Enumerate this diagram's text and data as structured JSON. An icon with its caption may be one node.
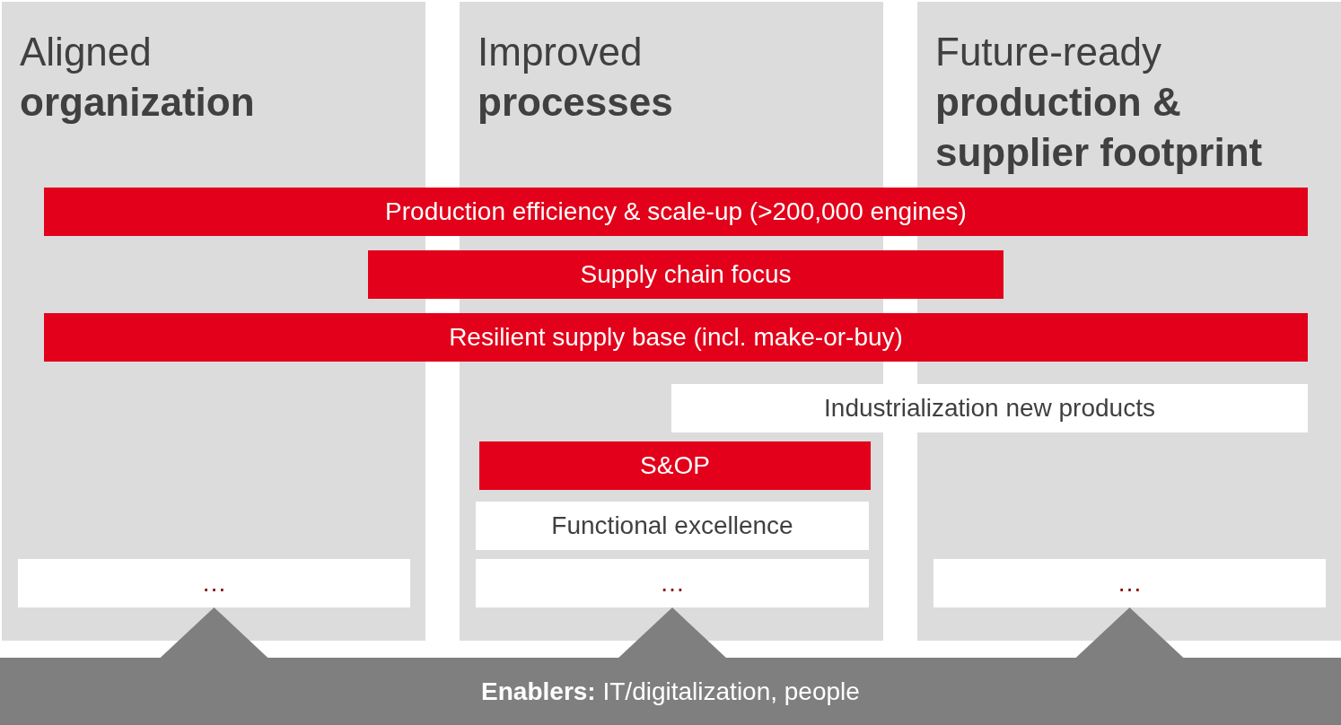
{
  "diagram": {
    "nodes": [
      {
        "text": [
          "Aligned **organization**"
        ]
      },
      {
        "text": [
          "Improved **processes**"
        ]
      },
      {
        "text": [
          "Future-ready **production & supplier footprint**"
        ]
      },
      {
        "text": [
          "Production efficiency & scale-up (>200,000 engines)"
        ]
      },
      {
        "text": [
          "Supply chain focus"
        ]
      },
      {
        "text": [
          "Resilient supply base (incl. make-or-buy)"
        ]
      },
      {
        "text": [
          "Industrialization new products"
        ]
      },
      {
        "text": [
          "S&OP"
        ],
        "in": 1
      },
      {
        "text": [
          "Functional excellence"
        ],
        "in": 1
      },
      {
        "text": [
          "…"
        ],
        "in": 0
      },
      {
        "text": [
          "…"
        ],
        "in": 1
      },
      {
        "text": [
          "…"
        ],
        "in": 2
      },
      {
        "text": [
          "**Enablers:** IT/digitalization, people"
        ]
      }
    ],
    "edges": [
      {
        "from": 12,
        "to": 9,
        "arrow": "to"
      },
      {
        "from": 12,
        "to": 10,
        "arrow": "to"
      },
      {
        "from": 12,
        "to": 11,
        "arrow": "to"
      }
    ]
  }
}
